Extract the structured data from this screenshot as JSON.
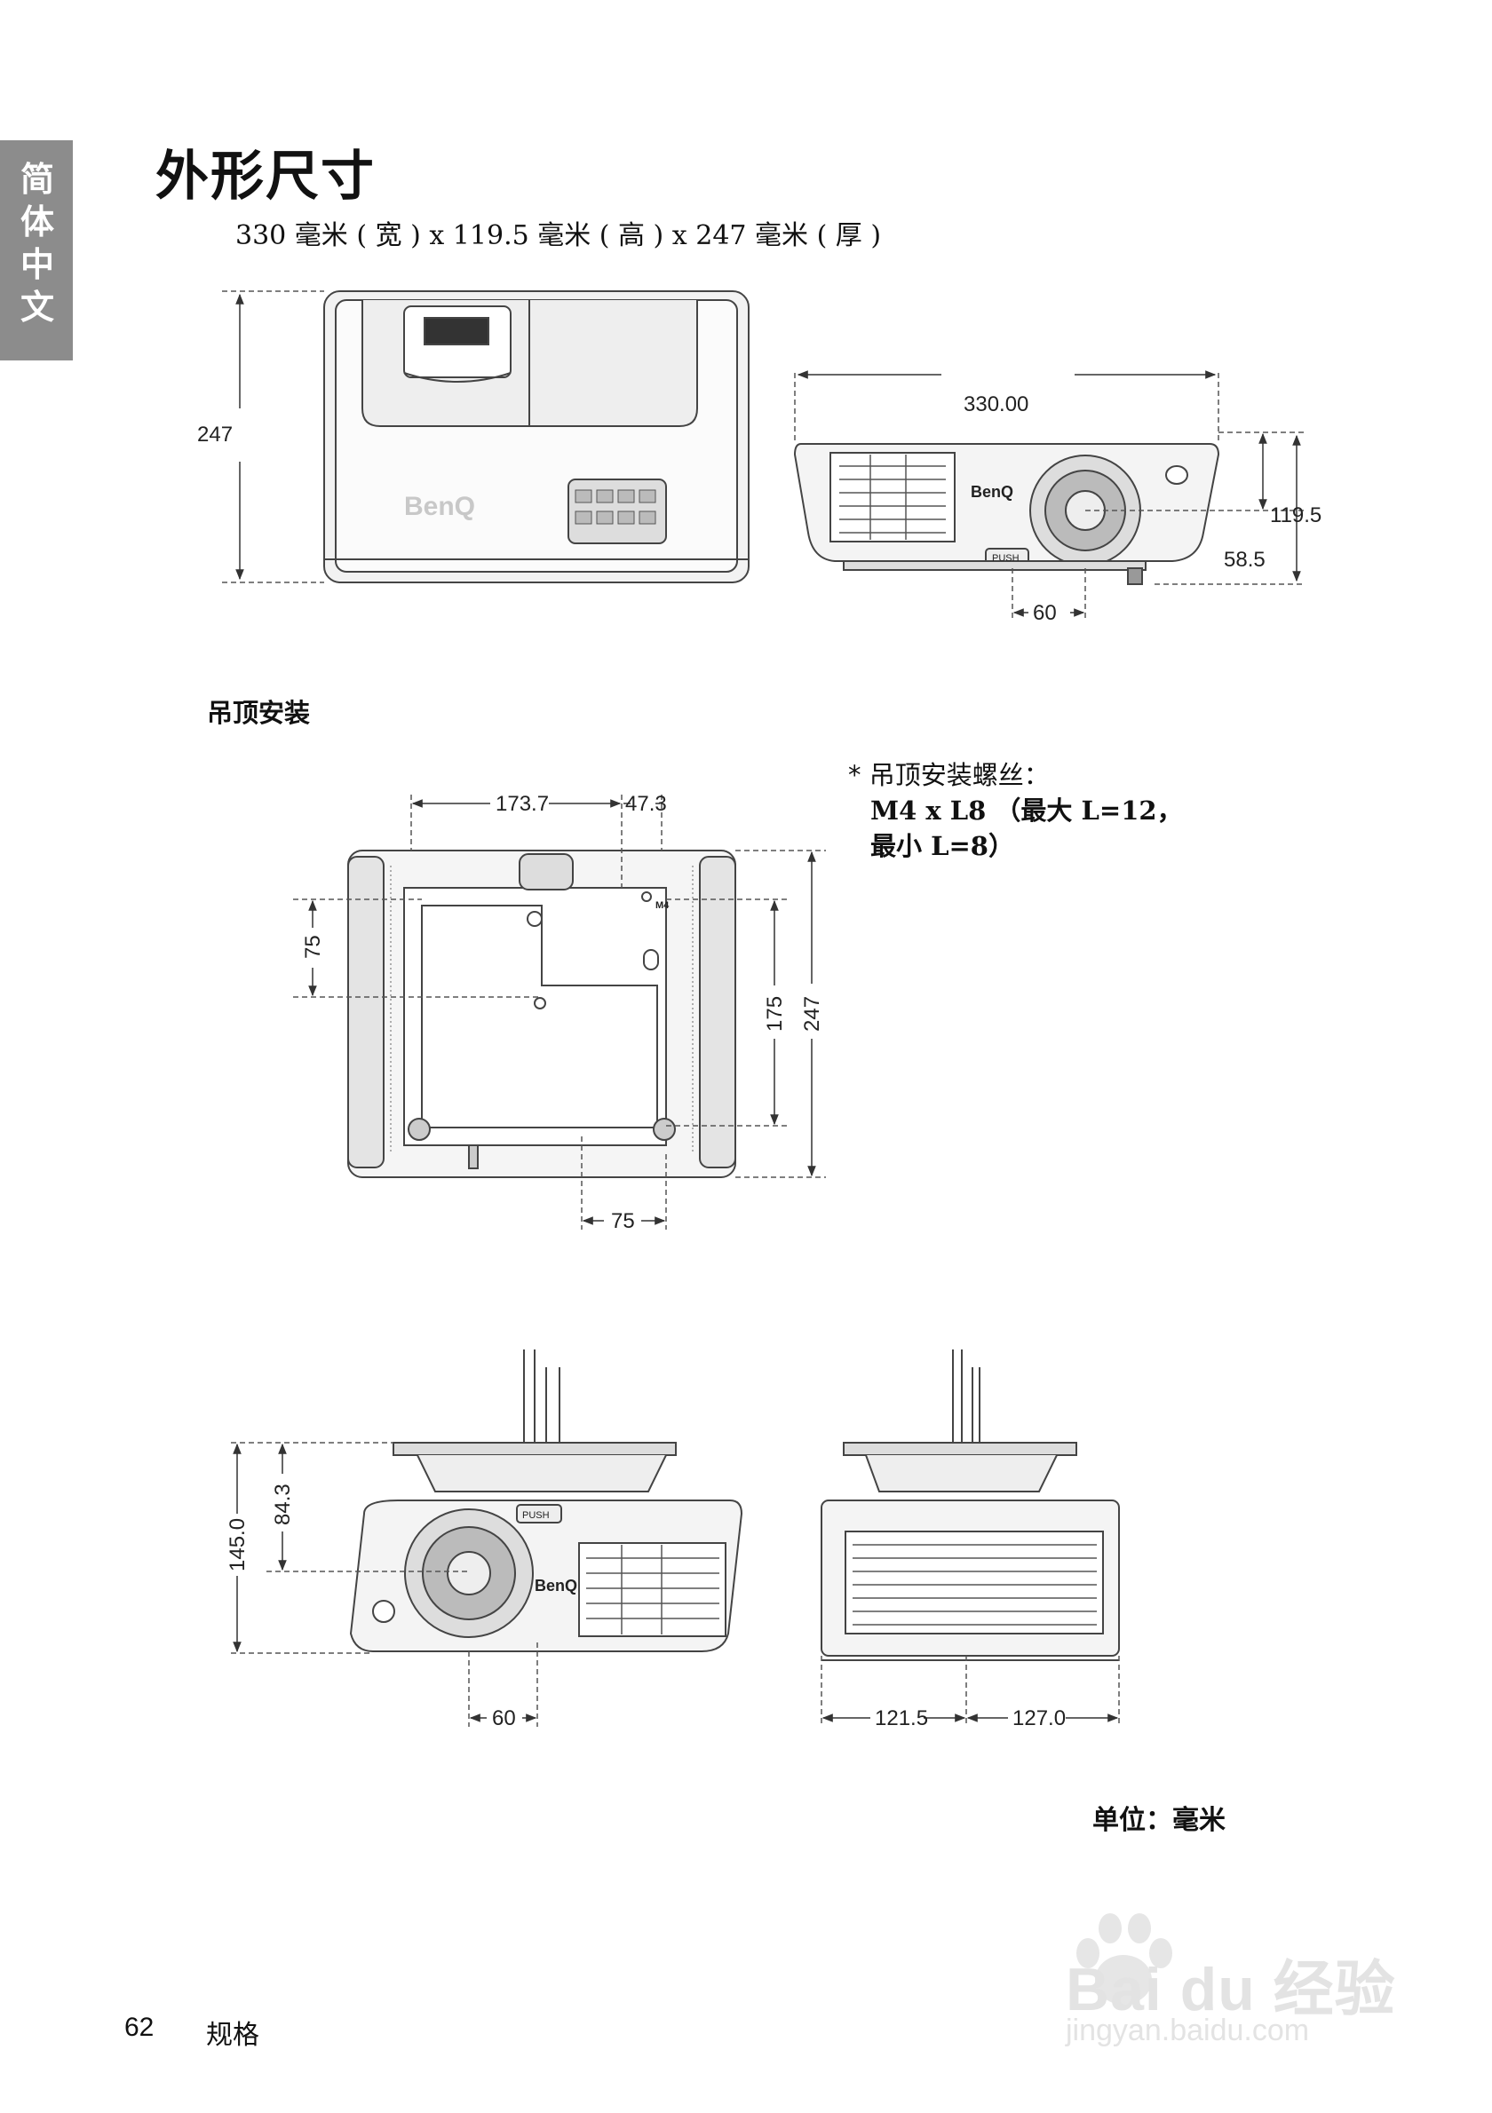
{
  "side_tab": "简体中文",
  "title": "外形尺寸",
  "dimensions_line": "330 毫米 ( 宽 ) x 119.5 毫米 ( 高 ) x 247 毫米 ( 厚 )",
  "top_view": {
    "depth": "247",
    "brand": "BenQ"
  },
  "front_view": {
    "width": "330.00",
    "height": "119.5",
    "lens_height": "58.5",
    "lens_offset": "60",
    "brand": "BenQ",
    "button": "PUSH"
  },
  "ceiling_section": "吊顶安装",
  "screw_note": {
    "line1": "* 吊顶安装螺丝：",
    "line2": "M4 x L8 （最大 L=12，",
    "line3": "最小 L=8）"
  },
  "bottom_view": {
    "top_left": "173.7",
    "top_right": "47.3",
    "left_side": "75",
    "right_inner": "175",
    "right_outer": "247",
    "bottom": "75",
    "screw_label": "M4"
  },
  "mount_front": {
    "total_height": "145.0",
    "mount_height": "84.3",
    "lens_offset": "60",
    "button": "PUSH",
    "brand": "BenQ"
  },
  "mount_side": {
    "left": "121.5",
    "right": "127.0"
  },
  "unit_note": "单位：毫米",
  "footer": {
    "page_number": "62",
    "section": "规格"
  },
  "watermark": {
    "brand": "Bai du 经验",
    "url": "jingyan.baidu.com"
  }
}
